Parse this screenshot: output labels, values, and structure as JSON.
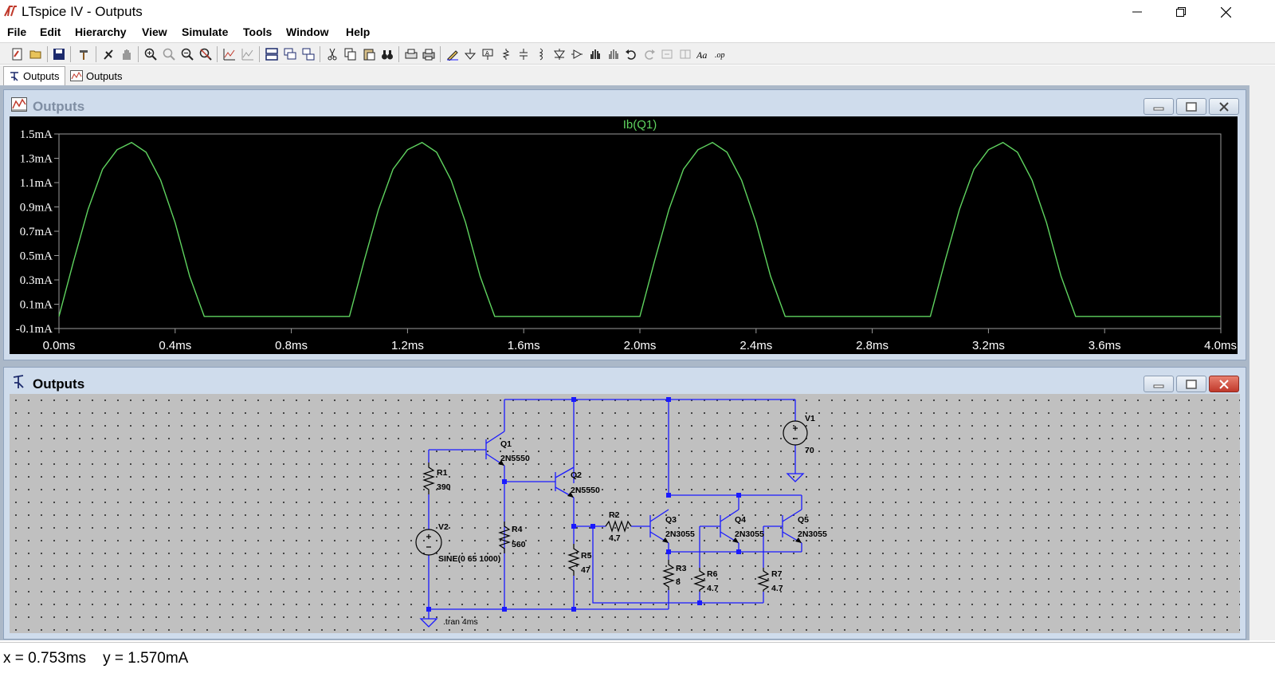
{
  "app": {
    "title": "LTspice IV - Outputs"
  },
  "menu": {
    "items": [
      "File",
      "Edit",
      "Hierarchy",
      "View",
      "Simulate",
      "Tools",
      "Window",
      "Help"
    ]
  },
  "tabs": [
    {
      "label": "Outputs",
      "icon": "schematic-icon",
      "active": true
    },
    {
      "label": "Outputs",
      "icon": "waveform-icon",
      "active": false
    }
  ],
  "waveform_window": {
    "title": "Outputs",
    "trace_label": "Ib(Q1)"
  },
  "schematic_window": {
    "title": "Outputs"
  },
  "chart_data": {
    "type": "line",
    "title": "Ib(Q1)",
    "xlabel": "",
    "ylabel": "",
    "xlim": [
      0,
      4.0
    ],
    "ylim": [
      -0.1,
      1.5
    ],
    "x_ticks": [
      "0.0ms",
      "0.4ms",
      "0.8ms",
      "1.2ms",
      "1.6ms",
      "2.0ms",
      "2.4ms",
      "2.8ms",
      "3.2ms",
      "3.6ms",
      "4.0ms"
    ],
    "y_ticks": [
      "1.5mA",
      "1.3mA",
      "1.1mA",
      "0.9mA",
      "0.7mA",
      "0.5mA",
      "0.3mA",
      "0.1mA",
      "-0.1mA"
    ],
    "x_unit": "ms",
    "y_unit": "mA",
    "background": "#000000",
    "grid": false,
    "series": [
      {
        "name": "Ib(Q1)",
        "color": "#5fd35f",
        "x": [
          0.0,
          0.05,
          0.1,
          0.15,
          0.2,
          0.25,
          0.3,
          0.35,
          0.4,
          0.45,
          0.5,
          0.75,
          1.0,
          1.05,
          1.1,
          1.15,
          1.2,
          1.25,
          1.3,
          1.35,
          1.4,
          1.45,
          1.5,
          1.75,
          2.0,
          2.05,
          2.1,
          2.15,
          2.2,
          2.25,
          2.3,
          2.35,
          2.4,
          2.45,
          2.5,
          2.75,
          3.0,
          3.05,
          3.1,
          3.15,
          3.2,
          3.25,
          3.3,
          3.35,
          3.4,
          3.45,
          3.5,
          3.75,
          4.0
        ],
        "y": [
          0.0,
          0.45,
          0.88,
          1.21,
          1.37,
          1.43,
          1.35,
          1.12,
          0.77,
          0.33,
          0.0,
          0.0,
          0.0,
          0.45,
          0.88,
          1.21,
          1.37,
          1.43,
          1.35,
          1.12,
          0.77,
          0.33,
          0.0,
          0.0,
          0.0,
          0.45,
          0.88,
          1.21,
          1.37,
          1.43,
          1.35,
          1.12,
          0.77,
          0.33,
          0.0,
          0.0,
          0.0,
          0.45,
          0.88,
          1.21,
          1.37,
          1.43,
          1.35,
          1.12,
          0.77,
          0.33,
          0.0,
          0.0,
          0.0
        ]
      }
    ]
  },
  "schematic": {
    "components": [
      {
        "ref": "Q1",
        "value": "2N5550"
      },
      {
        "ref": "Q2",
        "value": "2N5550"
      },
      {
        "ref": "Q3",
        "value": "2N3055"
      },
      {
        "ref": "Q4",
        "value": "2N3055"
      },
      {
        "ref": "Q5",
        "value": "2N3055"
      },
      {
        "ref": "R1",
        "value": "390"
      },
      {
        "ref": "R2",
        "value": "4.7"
      },
      {
        "ref": "R3",
        "value": "8"
      },
      {
        "ref": "R4",
        "value": "560"
      },
      {
        "ref": "R5",
        "value": "47"
      },
      {
        "ref": "R6",
        "value": "4.7"
      },
      {
        "ref": "R7",
        "value": "4.7"
      },
      {
        "ref": "V1",
        "value": "70"
      },
      {
        "ref": "V2",
        "value": "SINE(0 65 1000)"
      }
    ],
    "directive": ".tran 4ms"
  },
  "status": {
    "text": "x = 0.753ms    y = 1.570mA"
  },
  "colors": {
    "wire": "#1a1aff",
    "trace": "#5fd35f",
    "mdi_bg": "#abb8c8",
    "schematic_bg": "#c0c0c0"
  }
}
